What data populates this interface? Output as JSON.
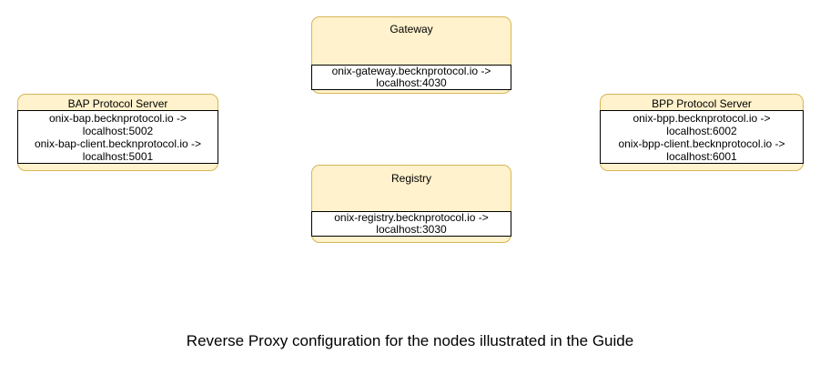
{
  "caption": "Reverse Proxy configuration for the nodes illustrated in the Guide",
  "colors": {
    "node_fill": "#FFF2CC",
    "node_border": "#D6B656",
    "mapping_fill": "#FFFFFF",
    "mapping_border": "#000000",
    "text": "#000000",
    "background": "#FFFFFF"
  },
  "nodes": [
    {
      "id": "gateway",
      "title": "Gateway",
      "mappings": [
        "onix-gateway.becknprotocol.io ->",
        "localhost:4030"
      ]
    },
    {
      "id": "bap-protocol-server",
      "title": "BAP Protocol Server",
      "mappings": [
        "onix-bap.becknprotocol.io ->",
        "localhost:5002",
        "onix-bap-client.becknprotocol.io ->",
        "localhost:5001"
      ]
    },
    {
      "id": "bpp-protocol-server",
      "title": "BPP Protocol Server",
      "mappings": [
        "onix-bpp.becknprotocol.io ->",
        "localhost:6002",
        "onix-bpp-client.becknprotocol.io ->",
        "localhost:6001"
      ]
    },
    {
      "id": "registry",
      "title": "Registry",
      "mappings": [
        "onix-registry.becknprotocol.io ->",
        "localhost:3030"
      ]
    }
  ]
}
